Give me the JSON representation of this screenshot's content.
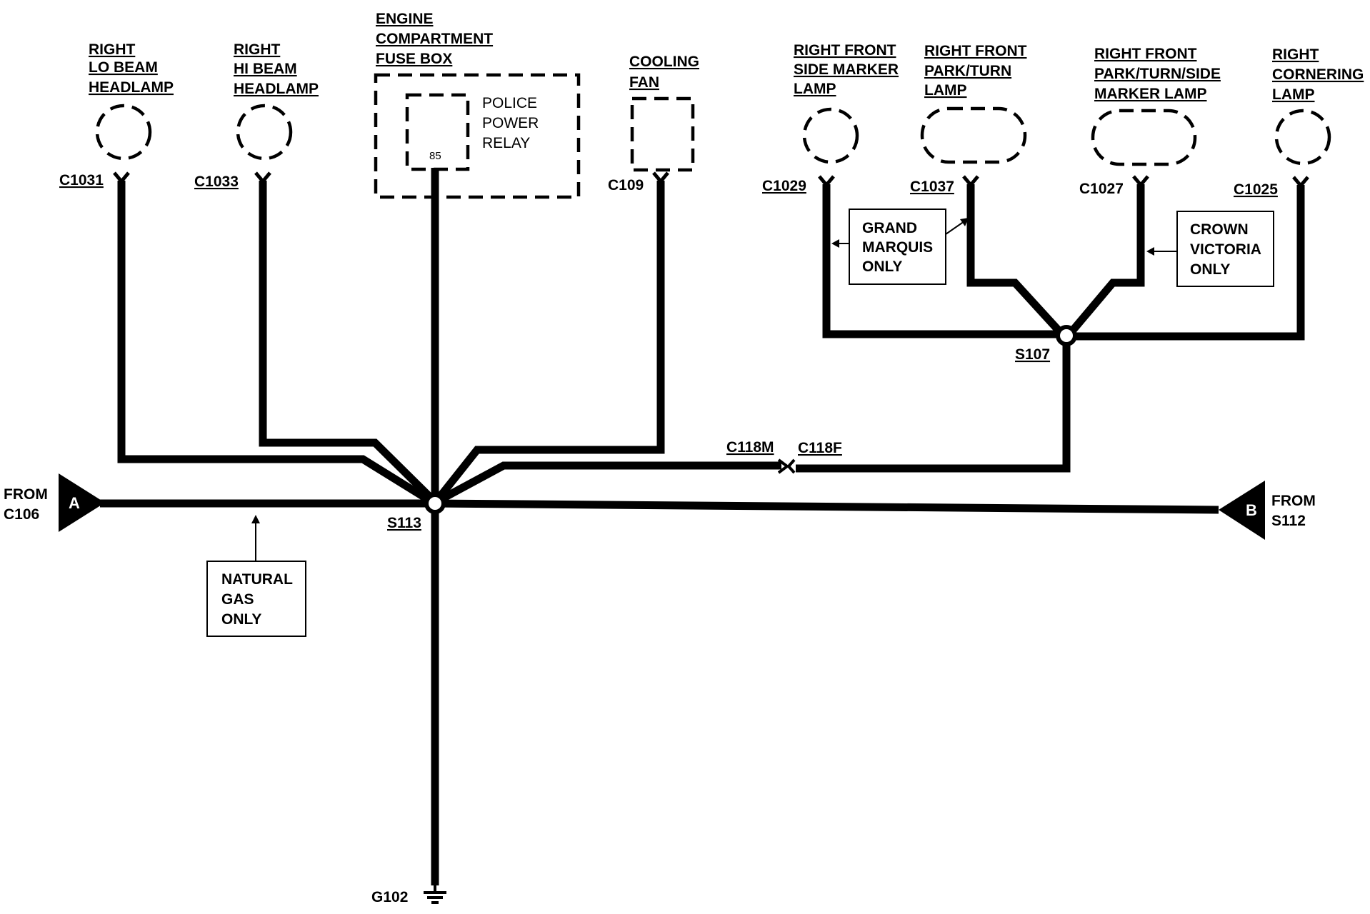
{
  "components": {
    "lo_beam": {
      "title": [
        "RIGHT",
        "LO BEAM",
        "HEADLAMP"
      ],
      "connector": "C1031"
    },
    "hi_beam": {
      "title": [
        "RIGHT",
        "HI BEAM",
        "HEADLAMP"
      ],
      "connector": "C1033"
    },
    "fuse_box": {
      "title": [
        "ENGINE",
        "COMPARTMENT",
        "FUSE BOX"
      ],
      "relay": [
        "POLICE",
        "POWER",
        "RELAY"
      ],
      "pin": "85"
    },
    "cooling_fan": {
      "title": [
        "COOLING",
        "FAN"
      ],
      "connector": "C109"
    },
    "side_marker": {
      "title": [
        "RIGHT FRONT",
        "SIDE MARKER",
        "LAMP"
      ],
      "connector": "C1029"
    },
    "park_turn": {
      "title": [
        "RIGHT FRONT",
        "PARK/TURN",
        "LAMP"
      ],
      "connector": "C1037"
    },
    "park_turn_side": {
      "title": [
        "RIGHT FRONT",
        "PARK/TURN/SIDE",
        "MARKER LAMP"
      ],
      "connector": "C1027"
    },
    "cornering": {
      "title": [
        "RIGHT",
        "CORNERING",
        "LAMP"
      ],
      "connector": "C1025"
    }
  },
  "notes": {
    "grand_marquis": [
      "GRAND",
      "MARQUIS",
      "ONLY"
    ],
    "crown_victoria": [
      "CROWN",
      "VICTORIA",
      "ONLY"
    ],
    "natural_gas": [
      "NATURAL",
      "GAS",
      "ONLY"
    ]
  },
  "splices": {
    "s113": "S113",
    "s107": "S107"
  },
  "inline_connector": {
    "male": "C118M",
    "female": "C118F"
  },
  "ground": "G102",
  "from_a": {
    "letter": "A",
    "text": [
      "FROM",
      "C106"
    ]
  },
  "from_b": {
    "letter": "B",
    "text": [
      "FROM",
      "S112"
    ]
  }
}
